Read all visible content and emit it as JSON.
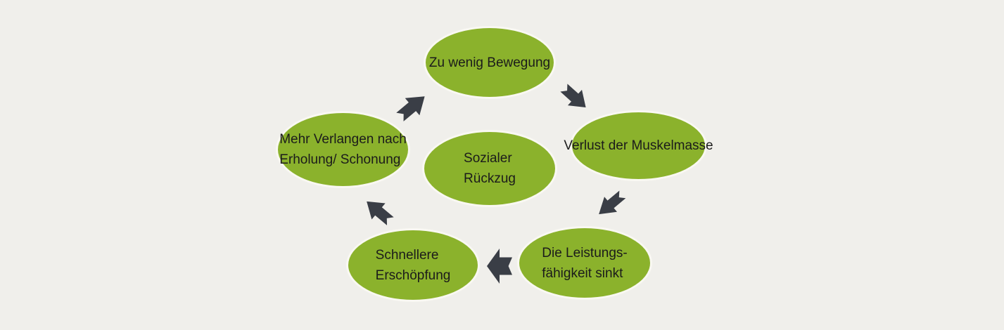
{
  "diagram": {
    "type": "cycle",
    "colors": {
      "background": "#F0EFEB",
      "node_fill": "#8BB22C",
      "node_outline": "#F9F8F2",
      "arrow": "#3A3E46",
      "text": "#1B1B1B"
    },
    "nodes": {
      "top": {
        "lines": [
          "Zu wenig Bewegung"
        ]
      },
      "right": {
        "lines": [
          "Verlust der Muskelmasse"
        ]
      },
      "bottom_right": {
        "lines": [
          "Die Leistungs-",
          "fähigkeit sinkt"
        ]
      },
      "bottom_left": {
        "lines": [
          "Schnellere",
          "Erschöpfung"
        ]
      },
      "left": {
        "lines": [
          "Mehr Verlangen nach",
          "Erholung/ Schonung"
        ]
      },
      "center": {
        "lines": [
          "Sozialer",
          "Rückzug"
        ]
      }
    },
    "arrows": [
      {
        "from": "left",
        "to": "top",
        "direction": "up-right"
      },
      {
        "from": "top",
        "to": "right",
        "direction": "down-right"
      },
      {
        "from": "right",
        "to": "bottom_right",
        "direction": "down-left"
      },
      {
        "from": "bottom_right",
        "to": "bottom_left",
        "direction": "left"
      },
      {
        "from": "bottom_left",
        "to": "left",
        "direction": "up-left"
      }
    ]
  }
}
